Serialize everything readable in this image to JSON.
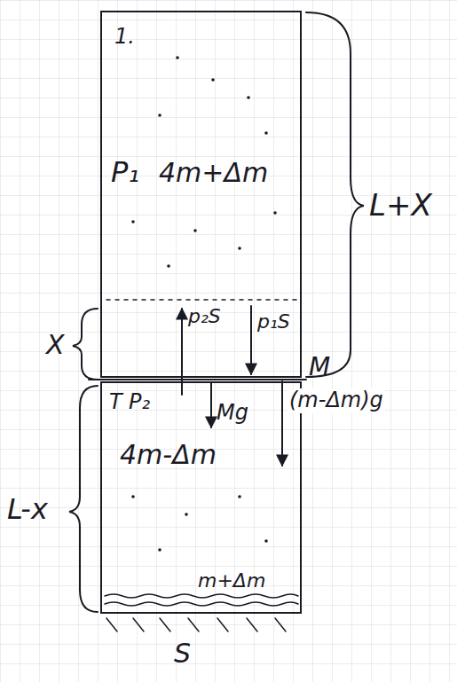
{
  "diagram": {
    "nodes": [
      {
        "text": [
          "1.",
          "P₁",
          "4m+Δm"
        ]
      },
      {
        "text": [
          "T",
          "P₂",
          "4m-Δm",
          "m+Δm"
        ]
      }
    ],
    "labels": [
      "L+X",
      "X",
      "p₂S",
      "p₁S",
      "M",
      "Mg",
      "(m-Δm)g",
      "L-x",
      "S"
    ]
  }
}
